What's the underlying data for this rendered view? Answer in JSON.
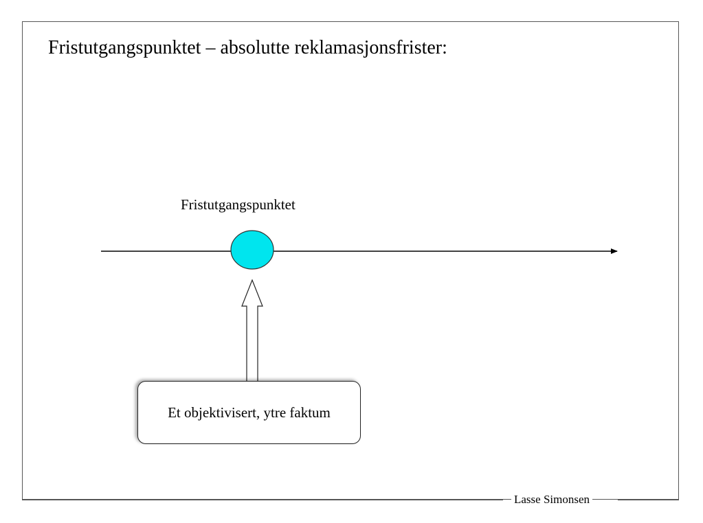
{
  "slide": {
    "title": "Fristutgangspunktet – absolutte reklamasjonsfrister:"
  },
  "diagram": {
    "point_label": "Fristutgangspunktet",
    "fact_box_text": "Et objektivisert, ytre faktum",
    "point_color": "#00e5ee",
    "line_color": "#000000"
  },
  "footer": {
    "author": "Lasse Simonsen"
  }
}
